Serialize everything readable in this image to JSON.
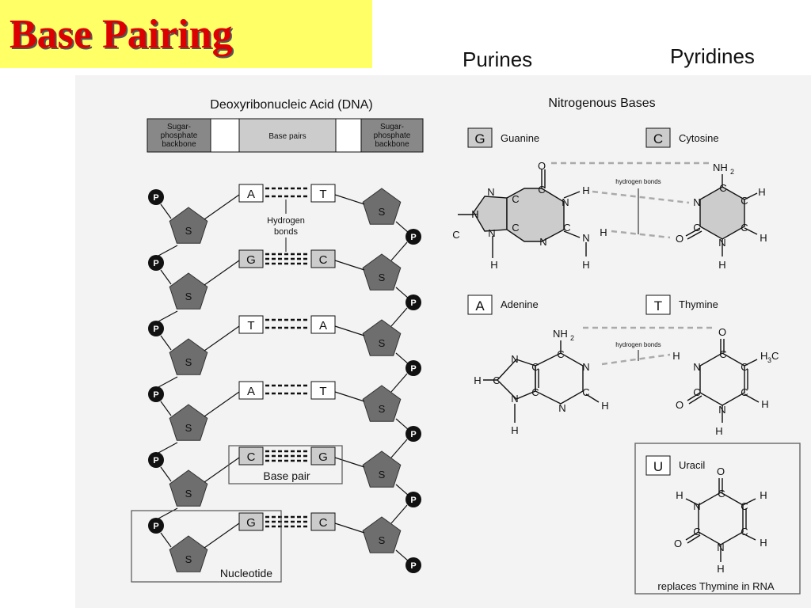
{
  "title": "Base Pairing",
  "headers": {
    "purines": "Purines",
    "pyridines": "Pyridines"
  },
  "dna": {
    "title": "Deoxyribonucleic Acid (DNA)",
    "bar": {
      "left": [
        "Sugar-",
        "phosphate",
        "backbone"
      ],
      "middle": "Base pairs",
      "right": [
        "Sugar-",
        "phosphate",
        "backbone"
      ]
    },
    "pairs": [
      [
        "A",
        "T"
      ],
      [
        "G",
        "C"
      ],
      [
        "T",
        "A"
      ],
      [
        "A",
        "T"
      ],
      [
        "C",
        "G"
      ],
      [
        "G",
        "C"
      ]
    ],
    "phosphate": "P",
    "sugar": "S",
    "hydrogen_bonds": [
      "Hydrogen",
      "bonds"
    ],
    "base_pair_label": "Base pair",
    "nucleotide_label": "Nucleotide"
  },
  "bases": {
    "title": "Nitrogenous Bases",
    "guanine": {
      "letter": "G",
      "name": "Guanine"
    },
    "cytosine": {
      "letter": "C",
      "name": "Cytosine"
    },
    "adenine": {
      "letter": "A",
      "name": "Adenine"
    },
    "thymine": {
      "letter": "T",
      "name": "Thymine"
    },
    "uracil": {
      "letter": "U",
      "name": "Uracil",
      "note": "replaces Thymine in RNA"
    },
    "hydrogen_bonds_label": "hydrogen bonds"
  },
  "atoms": {
    "O": "O",
    "N": "N",
    "C": "C",
    "H": "H",
    "NH2": "NH",
    "sub2": "2",
    "H3C": "H",
    "sub3": "3",
    "C_end": "C"
  },
  "colors": {
    "gray_fill": "#cccccc",
    "sugar_fill": "#6e6e6e",
    "title_red": "#dd0000",
    "title_bg": "#ffff66",
    "panel_bg": "#f2f3f2"
  }
}
